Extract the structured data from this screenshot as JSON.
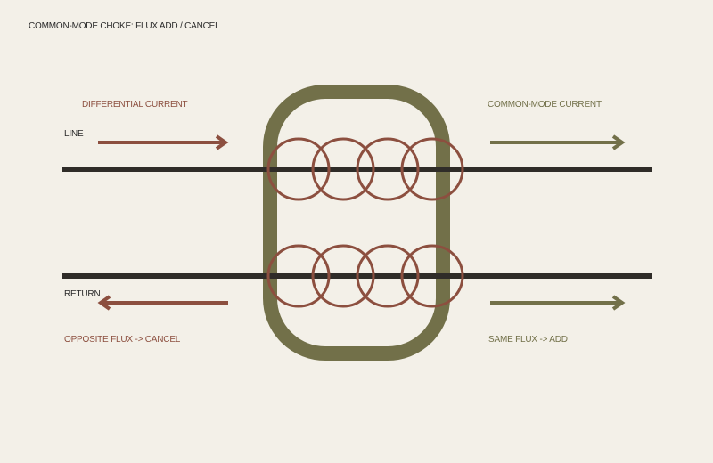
{
  "title": "COMMON-MODE CHOKE: FLUX ADD / CANCEL",
  "labels": {
    "differential_current": "DIFFERENTIAL CURRENT",
    "common_mode_current": "COMMON-MODE CURRENT",
    "line": "LINE",
    "return": "RETURN",
    "opposite_flux": "OPPOSITE FLUX -> CANCEL",
    "same_flux": "SAME FLUX -> ADD"
  },
  "colors": {
    "background": "#f3f0e8",
    "conductor": "#2f2c28",
    "core": "#727049",
    "winding": "#8c4f3f",
    "differential": "#8c4f3f",
    "common_mode": "#727049",
    "title": "#2a2a2a"
  }
}
